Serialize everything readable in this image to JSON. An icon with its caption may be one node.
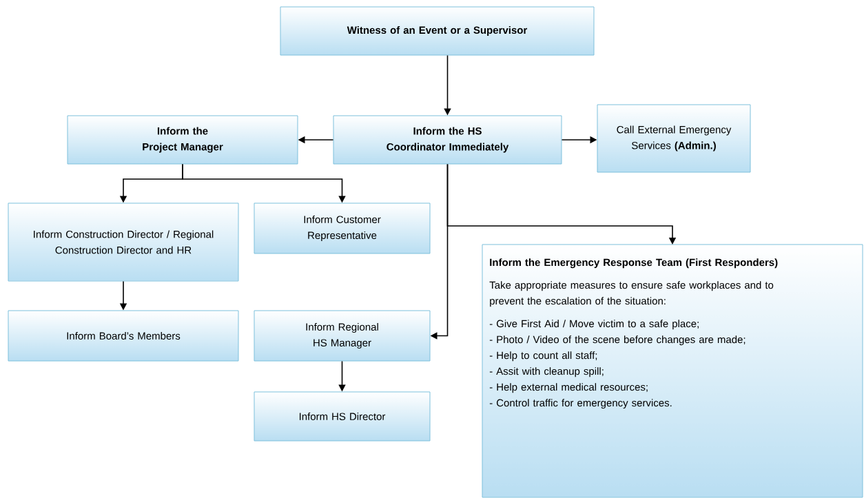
{
  "diagram": {
    "nodes": [
      {
        "text": [
          "Witness of an Event or a Supervisor"
        ]
      },
      {
        "text": [
          "Inform the Project Manager"
        ]
      },
      {
        "text": [
          "Inform the HS Coordinator Immediately"
        ]
      },
      {
        "text": [
          "Call External Emergency Services **(Admin.)**"
        ]
      },
      {
        "text": [
          "Inform Construction Director / Regional Construction Director and HR"
        ]
      },
      {
        "text": [
          "Inform Customer Representative"
        ]
      },
      {
        "text": [
          "Inform Board’s Members"
        ]
      },
      {
        "text": [
          "Inform Regional HS Manager"
        ]
      },
      {
        "text": [
          "Inform HS Director"
        ]
      },
      {
        "text": [
          "Inform the Emergency Response Team (First Responders)",
          "Take appropriate measures to ensure safe workplaces and to prevent the escalation of the situation:",
          "- Give First Aid / Move victim to a safe place;",
          "- Photo / Video of the scene before changes are made;",
          "- Help to count all staff;",
          "- Assit with cleanup spill;",
          "- Help external medical resources;",
          "- Control traffic for emergency services."
        ]
      }
    ],
    "edges": [
      {
        "from": 0,
        "to": 2,
        "arrow": "to"
      },
      {
        "from": 2,
        "to": 1,
        "arrow": "to"
      },
      {
        "from": 2,
        "to": 3,
        "arrow": "to"
      },
      {
        "from": 1,
        "to": 4,
        "arrow": "to"
      },
      {
        "from": 1,
        "to": 5,
        "arrow": "to"
      },
      {
        "from": 4,
        "to": 6,
        "arrow": "to"
      },
      {
        "from": 2,
        "to": 9,
        "arrow": "to"
      },
      {
        "from": 2,
        "to": 7,
        "arrow": "to"
      },
      {
        "from": 7,
        "to": 8,
        "arrow": "to"
      }
    ]
  }
}
